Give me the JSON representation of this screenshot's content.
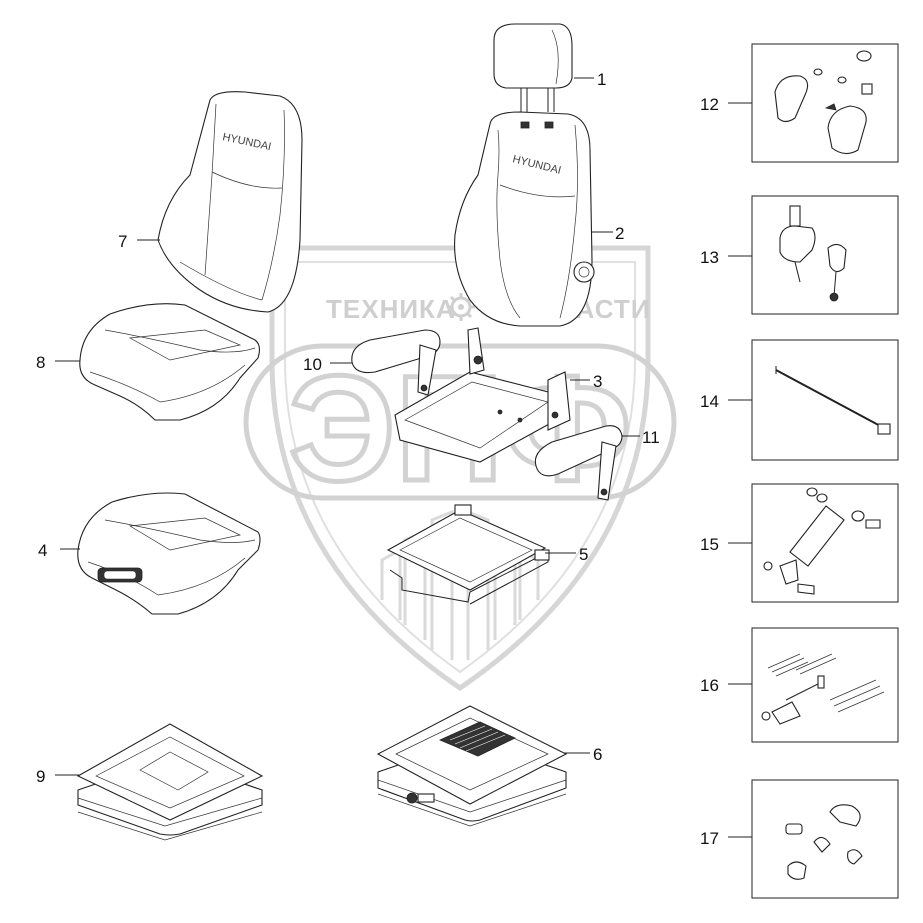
{
  "watermark": {
    "top_left": "ТЕХНИКА",
    "top_right": "ЗАПЧАСТИ",
    "big_letters": "ЭПФ",
    "colors": {
      "gray": "#d2d2d2"
    }
  },
  "brand_label": "HYUNDAI",
  "callouts": {
    "c1": "1",
    "c2": "2",
    "c3": "3",
    "c4": "4",
    "c5": "5",
    "c6": "6",
    "c7": "7",
    "c8": "8",
    "c9": "9",
    "c10": "10",
    "c11": "11",
    "c12": "12",
    "c13": "13",
    "c14": "14",
    "c15": "15",
    "c16": "16",
    "c17": "17"
  }
}
